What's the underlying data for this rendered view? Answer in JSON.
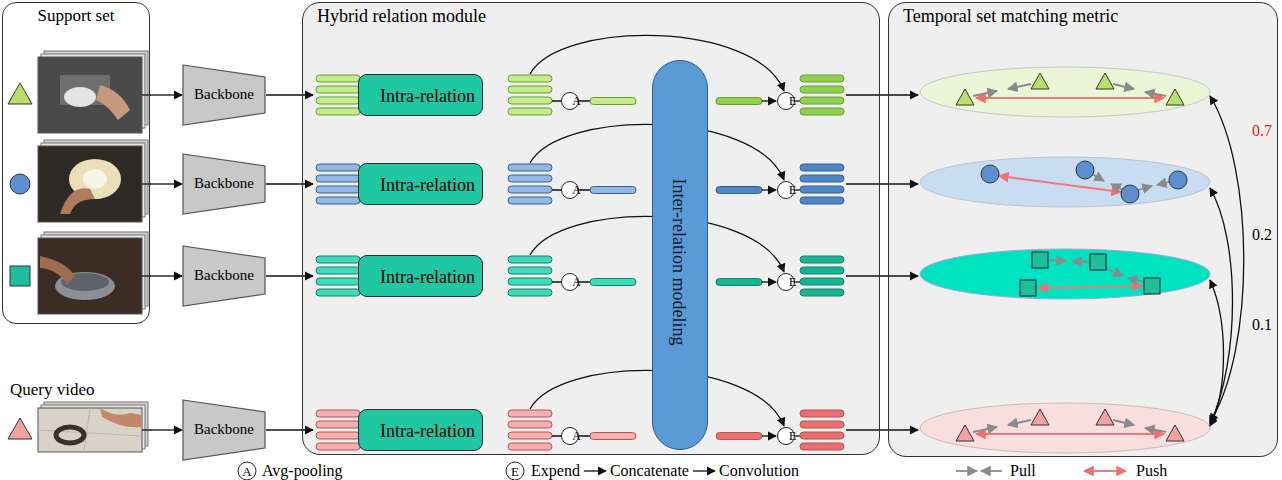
{
  "diagram": {
    "nodes": [
      {
        "text": [
          "Support set"
        ]
      },
      {
        "text": [
          "Query video"
        ]
      },
      {
        "text": [
          "Backbone"
        ]
      },
      {
        "text": [
          "Backbone"
        ]
      },
      {
        "text": [
          "Backbone"
        ]
      },
      {
        "text": [
          "Backbone"
        ]
      },
      {
        "text": [
          "Hybrid relation module"
        ]
      },
      {
        "text": [
          "Intra-relation"
        ],
        "in": 6
      },
      {
        "text": [
          "Intra-relation"
        ],
        "in": 6
      },
      {
        "text": [
          "Intra-relation"
        ],
        "in": 6
      },
      {
        "text": [
          "Intra-relation"
        ],
        "in": 6
      },
      {
        "text": [
          "A"
        ],
        "in": 6
      },
      {
        "text": [
          "A"
        ],
        "in": 6
      },
      {
        "text": [
          "A"
        ],
        "in": 6
      },
      {
        "text": [
          "A"
        ],
        "in": 6
      },
      {
        "text": [
          "Inter-relation modeling"
        ],
        "in": 6
      },
      {
        "text": [
          "E"
        ],
        "in": 6
      },
      {
        "text": [
          "E"
        ],
        "in": 6
      },
      {
        "text": [
          "E"
        ],
        "in": 6
      },
      {
        "text": [
          "E"
        ],
        "in": 6
      },
      {
        "text": [
          "Temporal set matching metric"
        ]
      }
    ],
    "edges": [
      {
        "from": 0,
        "to": 2,
        "arrow": "to"
      },
      {
        "from": 0,
        "to": 3,
        "arrow": "to"
      },
      {
        "from": 0,
        "to": 4,
        "arrow": "to"
      },
      {
        "from": 1,
        "to": 5,
        "arrow": "to"
      }
    ],
    "labels": [
      "0.7",
      "0.2",
      "0.1",
      "A",
      "E",
      "Concatenate",
      "Convolution"
    ],
    "legend": [
      {
        "text": "Avg-pooling"
      },
      {
        "text": "Expend"
      },
      {
        "text": "Pull"
      },
      {
        "text": "Push"
      }
    ]
  }
}
